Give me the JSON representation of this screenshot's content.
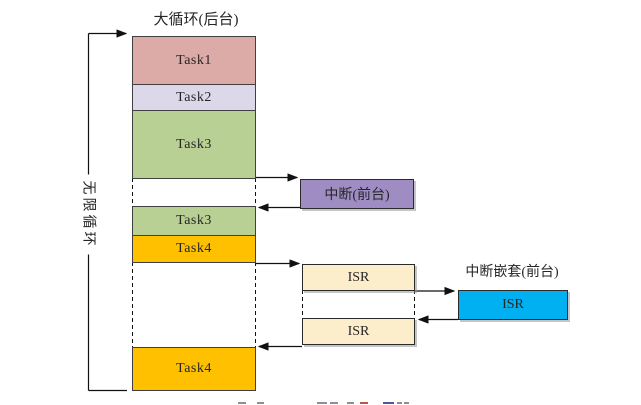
{
  "title": "大循环(后台)",
  "loop_label": "无限循环",
  "background": {
    "blocks": [
      {
        "label": "Task1",
        "color": "#dcaaa7"
      },
      {
        "label": "Task2",
        "color": "#dcd8ea"
      },
      {
        "label": "Task3",
        "color": "#b9d095"
      },
      {
        "label": "Task3",
        "color": "#b9d095"
      },
      {
        "label": "Task4",
        "color": "#ffc000"
      },
      {
        "label": "Task4",
        "color": "#ffc000"
      }
    ]
  },
  "foreground": {
    "interrupt": {
      "label": "中断(前台)",
      "color": "#9e8cc3"
    },
    "isr_first": {
      "label": "ISR",
      "color": "#fdeecb"
    },
    "isr_second": {
      "label": "ISR",
      "color": "#fdeecb"
    },
    "nested_title": "中断嵌套(前台)",
    "nested_isr": {
      "label": "ISR",
      "color": "#00b0f0"
    }
  }
}
